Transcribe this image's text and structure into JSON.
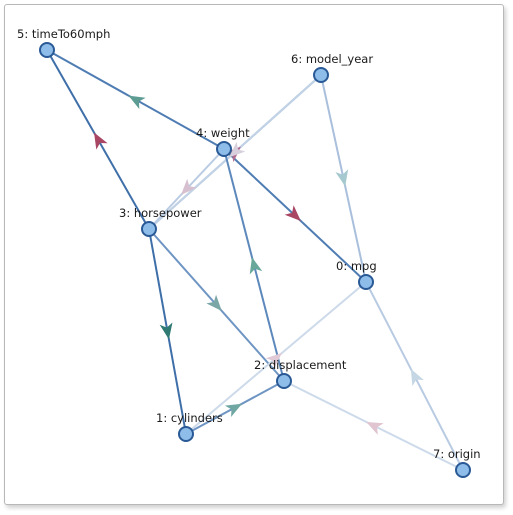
{
  "graph": {
    "nodes": [
      {
        "id": 0,
        "label": "0: mpg"
      },
      {
        "id": 1,
        "label": "1: cylinders"
      },
      {
        "id": 2,
        "label": "2: displacement"
      },
      {
        "id": 3,
        "label": "3: horsepower"
      },
      {
        "id": 4,
        "label": "4: weight"
      },
      {
        "id": 5,
        "label": "5: timeTo60mph"
      },
      {
        "id": 6,
        "label": "6: model_year"
      },
      {
        "id": 7,
        "label": "7: origin"
      }
    ],
    "edges": [
      {
        "from": 3,
        "to": 5,
        "edge_color": "#3f6fa8",
        "arrow_color": "#a84663"
      },
      {
        "from": 4,
        "to": 5,
        "edge_color": "#4f7db3",
        "arrow_color": "#5d9c92"
      },
      {
        "from": 3,
        "to": 6,
        "edge_color": "#6f95c3",
        "arrow_color": "#b06c90"
      },
      {
        "from": 6,
        "to": 3,
        "edge_color": "#c3d3e6",
        "arrow_color": "#d7cfdc"
      },
      {
        "from": 4,
        "to": 3,
        "edge_color": "#b9cbe2",
        "arrow_color": "#d6c0d0"
      },
      {
        "from": 4,
        "to": 0,
        "edge_color": "#4f7db3",
        "arrow_color": "#a84663"
      },
      {
        "from": 6,
        "to": 0,
        "edge_color": "#a9bfdc",
        "arrow_color": "#a6c8cf"
      },
      {
        "from": 3,
        "to": 2,
        "edge_color": "#6f95c3",
        "arrow_color": "#7aa7a6"
      },
      {
        "from": 3,
        "to": 1,
        "edge_color": "#3f6fa8",
        "arrow_color": "#2f7a73"
      },
      {
        "from": 2,
        "to": 4,
        "edge_color": "#5d88bb",
        "arrow_color": "#68a89a"
      },
      {
        "from": 1,
        "to": 2,
        "edge_color": "#6f95c3",
        "arrow_color": "#70a7a3"
      },
      {
        "from": 1,
        "to": 0,
        "edge_color": "#cddaea",
        "arrow_color": "#e0cad6"
      },
      {
        "from": 7,
        "to": 2,
        "edge_color": "#cddaea",
        "arrow_color": "#e0c4d0"
      },
      {
        "from": 7,
        "to": 0,
        "edge_color": "#b9cbe2",
        "arrow_color": "#c5d7e4"
      }
    ]
  }
}
